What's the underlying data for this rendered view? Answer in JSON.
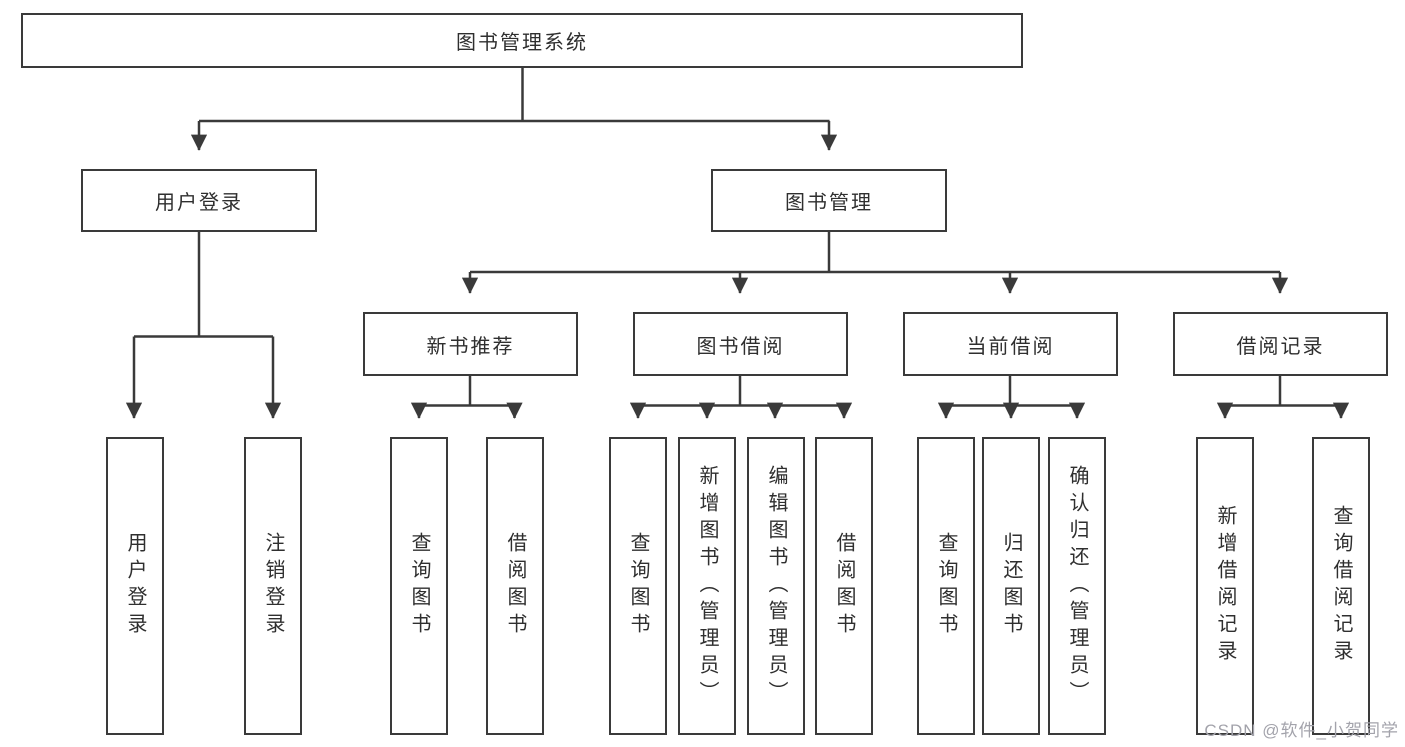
{
  "colors": {
    "line": "#3a3a3a",
    "box_border": "#3a3a3a",
    "box_bg": "#ffffff",
    "text": "#2f2f2f",
    "watermark": "#a3a3ab"
  },
  "tree": {
    "root": {
      "label": "图书管理系统"
    },
    "branches": [
      {
        "label": "用户登录",
        "children": [
          "用户登录",
          "注销登录"
        ]
      },
      {
        "label": "图书管理",
        "children": [
          {
            "label": "新书推荐",
            "children": [
              "查询图书",
              "借阅图书"
            ]
          },
          {
            "label": "图书借阅",
            "children": [
              "查询图书",
              "新增图书（管理员）",
              "编辑图书（管理员）",
              "借阅图书"
            ]
          },
          {
            "label": "当前借阅",
            "children": [
              "查询图书",
              "归还图书",
              "确认归还（管理员）"
            ]
          },
          {
            "label": "借阅记录",
            "children": [
              "新增借阅记录",
              "查询借阅记录"
            ]
          }
        ]
      }
    ]
  },
  "watermark": {
    "text": "CSDN @软件_小贺同学"
  }
}
